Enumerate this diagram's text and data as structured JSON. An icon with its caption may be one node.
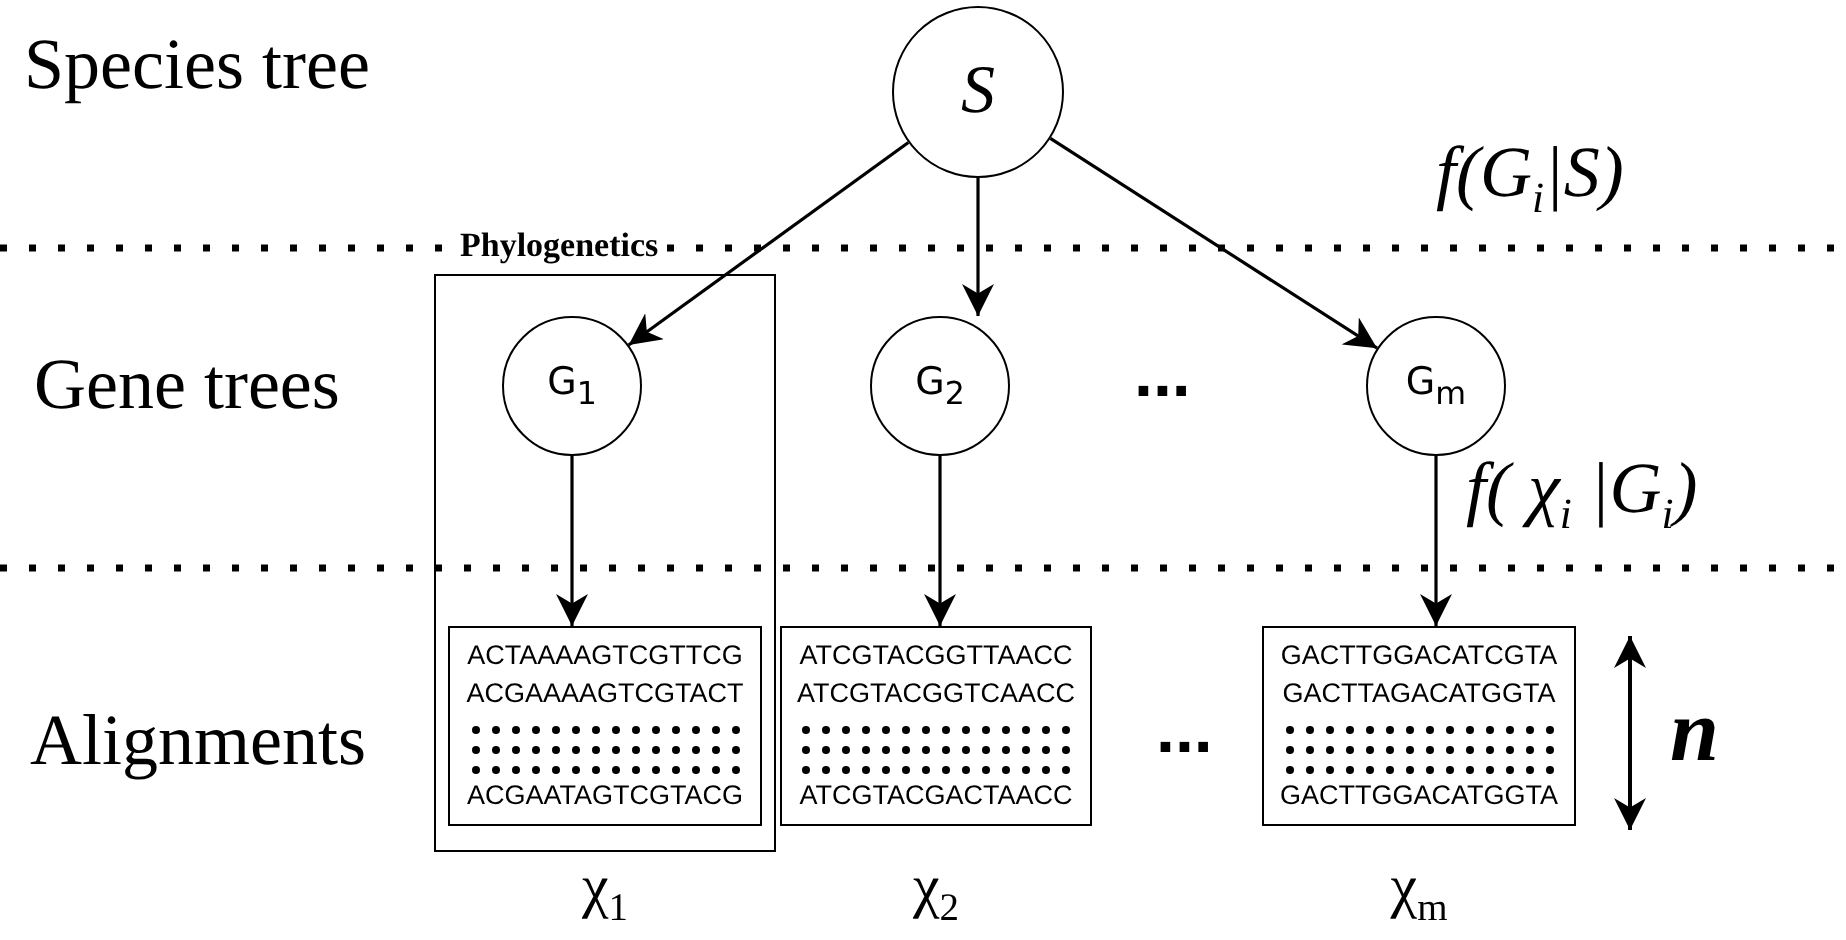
{
  "diagram": {
    "nodes": [
      {
        "text": [
          "S"
        ]
      },
      {
        "text": [
          "Phylogenetics"
        ]
      },
      {
        "text": [
          "G$_{1}$"
        ],
        "in": 1
      },
      {
        "text": [
          "ACTAAAAGTCGTTCG",
          "ACGAAAAGTCGTACT",
          "ACGAATAGTCGTACG"
        ],
        "in": 1,
        "beside": [
          "χ$_{1}$"
        ]
      },
      {
        "text": [
          "G$_{2}$"
        ]
      },
      {
        "text": [
          "ATCGTACGGTTAACC",
          "ATCGTACGGTCAACC",
          "ATCGTACGACTAACC"
        ],
        "beside": [
          "χ$_{2}$"
        ]
      },
      {
        "text": [
          "G$_{m}$"
        ]
      },
      {
        "text": [
          "GACTTGGACATCGTA",
          "GACTTAGACATGGTA",
          "GACTTGGACATGGTA"
        ],
        "beside": [
          "χ$_{m}$"
        ]
      }
    ],
    "edges": [
      {
        "from": 0,
        "to": 2,
        "arrow": "to"
      },
      {
        "from": 0,
        "to": 4,
        "arrow": "to"
      },
      {
        "from": 0,
        "to": 6,
        "arrow": "to"
      },
      {
        "from": 2,
        "to": 3,
        "arrow": "to"
      },
      {
        "from": 4,
        "to": 5,
        "arrow": "to"
      },
      {
        "from": 6,
        "to": 7,
        "arrow": "to"
      }
    ],
    "labels": [
      "Species tree",
      "f(G$_{i}$|S)",
      "Gene trees",
      "...",
      "f( χ$_{i}$ |G$_{i}$)",
      "Alignments",
      "...",
      "n"
    ]
  }
}
